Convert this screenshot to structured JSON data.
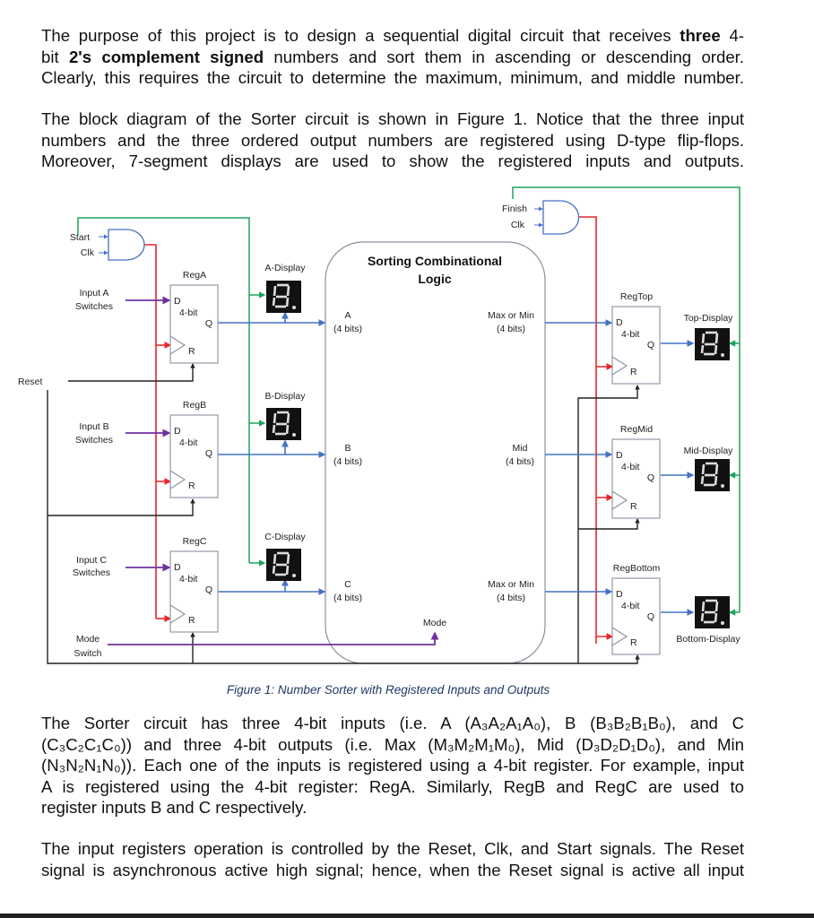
{
  "paragraphs": {
    "p1": [
      [
        "The purpose of this project is to design a sequential digital circuit that receives ",
        "three",
        " 4-"
      ],
      [
        "bit ",
        "2's complement signed",
        " numbers and sort them in ascending or descending order."
      ],
      [
        "Clearly, this requires the circuit to determine the maximum, minimum, and middle number."
      ]
    ],
    "p2": [
      "The block diagram of the Sorter circuit is shown in Figure 1. Notice that the three input",
      "numbers and the three ordered output numbers are registered using D-type flip-flops.",
      "Moreover, 7-segment displays are used to show the registered inputs and outputs."
    ],
    "p3": [
      "The Sorter circuit has three 4-bit inputs (i.e. A (A₃A₂A₁A₀), B (B₃B₂B₁B₀), and C",
      "(C₃C₂C₁C₀)) and three 4-bit outputs (i.e. Max (M₃M₂M₁M₀), Mid (D₃D₂D₁D₀), and Min",
      "(N₃N₂N₁N₀)). Each one of the inputs is registered using a 4-bit register. For example, input",
      "A is registered using the 4-bit register: RegA. Similarly, RegB and RegC are used to",
      "register inputs B and C respectively."
    ],
    "p4": [
      "The input registers operation is controlled by the Reset, Clk, and Start signals. The Reset",
      "signal is asynchronous active high signal; hence, when the Reset signal is active all input"
    ]
  },
  "figure": {
    "caption": "Figure 1: Number Sorter with Registered Inputs and Outputs",
    "start": "Start",
    "clk": "Clk",
    "finish": "Finish",
    "reset": "Reset",
    "input_a": [
      "Input A",
      "Switches"
    ],
    "input_b": [
      "Input B",
      "Switches"
    ],
    "input_c": [
      "Input C",
      "Switches"
    ],
    "mode_switch": [
      "Mode",
      "Switch"
    ],
    "mode": "Mode",
    "logic_title": [
      "Sorting Combinational",
      "Logic"
    ],
    "registers": {
      "a": "RegA",
      "b": "RegB",
      "c": "RegC",
      "top": "RegTop",
      "mid": "RegMid",
      "bottom": "RegBottom"
    },
    "reg_pins": {
      "d": "D",
      "width": "4-bit",
      "q": "Q",
      "r": "R"
    },
    "displays": {
      "a": "A-Display",
      "b": "B-Display",
      "c": "C-Display",
      "top": "Top-Display",
      "mid": "Mid-Display",
      "bottom": "Bottom-Display"
    },
    "logic_inputs": [
      [
        "A",
        "(4 bits)"
      ],
      [
        "B",
        "(4 bits)"
      ],
      [
        "C",
        "(4 bits)"
      ]
    ],
    "logic_outputs": [
      [
        "Max or Min",
        "(4 bits)"
      ],
      [
        "Mid",
        "(4 bits)"
      ],
      [
        "Max or Min",
        "(4 bits)"
      ]
    ],
    "colors": {
      "clock": "#e8262b",
      "enable": "#1fa35c",
      "data": "#4472c4",
      "switch": "#7030a0",
      "reset": "#222222"
    }
  }
}
